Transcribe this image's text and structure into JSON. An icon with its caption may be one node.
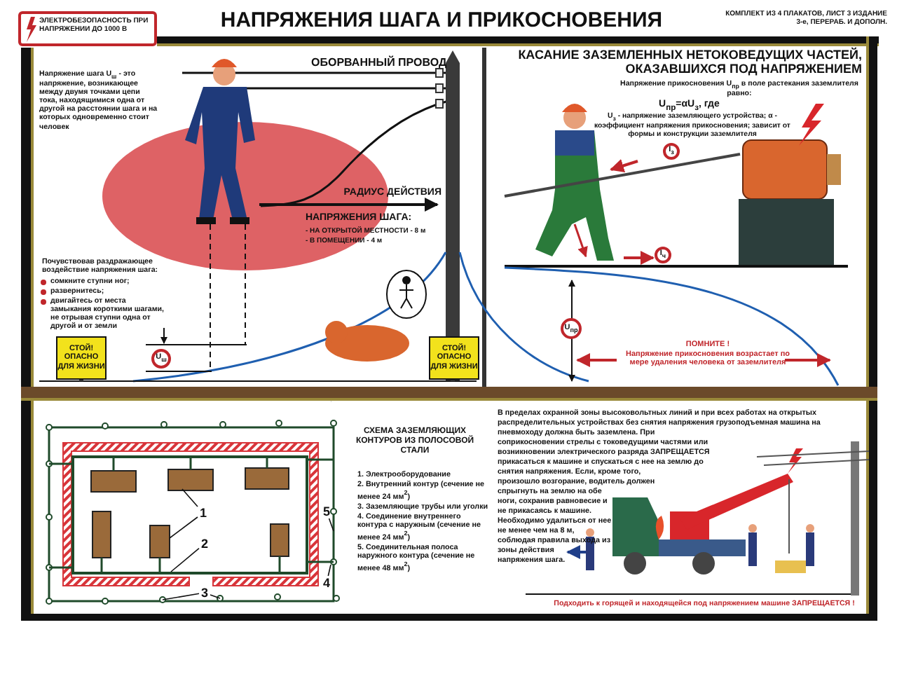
{
  "diagram": {
    "title": "НАПРЯЖЕНИЯ ШАГА И ПРИКОСНОВЕНИЯ",
    "nodes": [
      {
        "text": [
          "1"
        ]
      },
      {
        "text": [
          "2"
        ]
      },
      {
        "text": [
          "3"
        ]
      },
      {
        "text": [
          "4"
        ]
      },
      {
        "text": [
          "5"
        ]
      }
    ],
    "edges": [
      {
        "from": 0,
        "to": null,
        "arrow": "none"
      },
      {
        "from": 0,
        "to": null,
        "arrow": "none"
      },
      {
        "from": 1,
        "to": null,
        "arrow": "none"
      },
      {
        "from": 2,
        "to": null,
        "arrow": "none"
      },
      {
        "from": 2,
        "to": null,
        "arrow": "none"
      },
      {
        "from": 3,
        "to": null,
        "arrow": "none"
      },
      {
        "from": 4,
        "to": null,
        "arrow": "none"
      }
    ],
    "labels": [
      "ЭЛЕКТРОБЕЗОПАСНОСТЬ ПРИ НАПРЯЖЕНИИ ДО 1000 В",
      "КОМПЛЕКТ ИЗ 4 ПЛАКАТОВ, ЛИСТ 3 ИЗДАНИЕ 3-е, ПЕРЕРАБ. И ДОПОЛН.",
      "ОБОРВАННЫЙ ПРОВОД",
      "Напряжение шага U$_{ш}$ - это напряжение, возникающее между двумя точками цепи тока, находящимися одна от другой на расстоянии шага и на которых одновременно стоит человек",
      "КАСАНИЕ ЗАЗЕМЛЕННЫХ НЕТОКОВЕДУЩИХ ЧАСТЕЙ, ОКАЗАВШИХСЯ ПОД НАПРЯЖЕНИЕМ",
      "Напряжение прикосновения U$_{пр}$ в поле растекания заземлителя равно:",
      "U$_{пр}$=αU$_{з}$,  где",
      "U$_{з}$ - напряжение заземляющего устройства; α - коэффициент напряжения прикосновения; зависит от формы и конструкции заземлителя",
      "РАДИУС ДЕЙСТВИЯ",
      "НАПРЯЖЕНИЯ ШАГА:",
      "- НА ОТКРЫТОЙ МЕСТНОСТИ - 8 м",
      "- В ПОМЕЩЕНИИ - 4 м",
      "Почувствовав раздражающее воздействие напряжения шага:",
      "сомкните ступни ног;",
      "развернитесь;",
      "двигайтесь от места замыкания короткими шагами, не отрывая ступни одна от другой и от земли",
      "СТОЙ! ОПАСНО ДЛЯ ЖИЗНИ",
      "U$_{ш}$",
      "СТОЙ! ОПАСНО ДЛЯ ЖИЗНИ",
      "I$_{з}$",
      "I$_{ч}$",
      "U$_{пр}$",
      "ПОМНИТЕ !",
      "Напряжение прикосновения возрастает по мере удаления человека от заземлителя",
      "СХЕМА ЗАЗЕМЛЯЮЩИХ КОНТУРОВ ИЗ ПОЛОСОВОЙ СТАЛИ",
      "1. Электрооборудование",
      "2. Внутренний контур (сечение не менее 24 мм$^{2}$)",
      "3. Заземляющие трубы или уголки",
      "4. Соединение внутреннего контура с наружным (сечение не менее 24 мм$^{2}$)",
      "5. Соединительная полоса наружного контура (сечение не менее 48 мм$^{2}$)",
      "В пределах охранной зоны высоковольтных линий и при всех работах на открытых распределительных устройствах без снятия напряжения грузоподъемная машина на пневмоходу должна быть заземлена. При соприкосновении стрелы с токоведущими частями или возникновении электрического разряда ЗАПРЕЩАЕТСЯ прикасаться к машине и спускаться с нее на землю до снятия напряжения. Если, кроме того, произошло возгорание, водитель должен спрыгнуть на землю на обе ноги, сохранив равновесие и не прикасаясь к машине. Необходимо удалиться от нее не менее чем на 8 м, соблюдая правила выхода из зоны действия напряжения шага.",
      "Подходить к горящей и находящейся под напряжением машине ЗАПРЕЩАЕТСЯ !"
    ]
  }
}
